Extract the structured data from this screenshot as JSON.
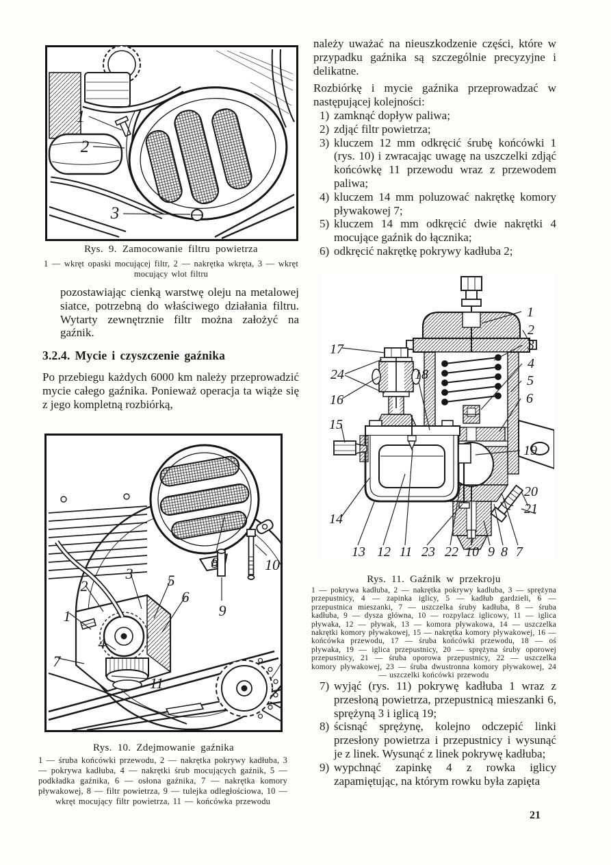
{
  "page": {
    "number": "21"
  },
  "left": {
    "fig9": {
      "caption": "Rys. 9. Zamocowanie filtru powietrza",
      "legend": "1 — wkręt opaski mocującej filtr, 2 — nakrętka wkręta, 3 — wkręt mocujący wlot filtru",
      "callouts": [
        "1",
        "2",
        "3"
      ]
    },
    "para1": "pozostawiając cienką warstwę oleju na metalowej siatce, potrzebną do właściwego działania filtru. Wytarty zewnętrznie filtr można założyć na gaźnik.",
    "heading": "3.2.4. Mycie i czyszczenie gaźnika",
    "para2": "Po przebiegu każdych 6000 km należy przeprowadzić mycie całego gaźnika. Ponieważ operacja ta wiąże się z jego kompletną rozbiórką,",
    "fig10": {
      "caption": "Rys. 10. Zdejmowanie gaźnika",
      "legend": "1 — śruba końcówki przewodu, 2 — nakrętka pokrywy kadłuba, 3 — pokrywa kadłuba, 4 — nakrętki śrub mocujących gaźnik, 5 — podkładka gaźnika, 6 — osłona gaźnika, 7 — nakrętka komory pływakowej, 8 — filtr powietrza, 9 — tulejka odległościowa, 10 — wkręt mocujący filtr powietrza, 11 — końcówka przewodu",
      "callouts": [
        "8",
        "10",
        "3",
        "5",
        "2",
        "6",
        "9",
        "1",
        "4",
        "7",
        "11"
      ]
    }
  },
  "right": {
    "para1": "należy uważać na nieuszkodzenie części, które w przypadku gaźnika są szczególnie precyzyjne i delikatne.",
    "para2": "Rozbiórkę i mycie gaźnika przeprowadzać w następującej kolejności:",
    "list1": [
      {
        "num": "1)",
        "text": "zamknąć dopływ paliwa;"
      },
      {
        "num": "2)",
        "text": "zdjąć filtr powietrza;"
      },
      {
        "num": "3)",
        "text": "kluczem 12 mm odkręcić śrubę końcówki 1 (rys. 10) i zwracając uwagę na uszczelki zdjąć końcówkę 11 przewodu wraz z przewodem paliwa;"
      },
      {
        "num": "4)",
        "text": "kluczem 14 mm poluzować nakrętkę komory pływakowej 7;"
      },
      {
        "num": "5)",
        "text": "kluczem 14 mm odkręcić dwie nakrętki 4 mocujące gaźnik do łącznika;"
      },
      {
        "num": "6)",
        "text": "odkręcić nakrętkę pokrywy kadłuba 2;"
      }
    ],
    "fig11": {
      "caption": "Rys. 11. Gaźnik w przekroju",
      "legend": "1 — pokrywa kadłuba, 2 — nakrętka pokrywy kadłuba, 3 — sprężyna przepustnicy, 4 — zapinka iglicy, 5 — kadłub gardzieli, 6 — przepustnica mieszanki, 7 — uszczelka śruby kadłuba, 8 — śruba kadłuba, 9 — dysza główna, 10 — rozpylacz iglicowy, 11 — iglica pływaka, 12 — pływak, 13 — komora pływakowa, 14 — uszczelka nakrętki komory pływakowej, 15 — nakrętka komory pływakowej, 16 — końcówka przewodu, 17 — śruba końcówki przewodu, 18 — oś pływaka, 19 — iglica przepustnicy, 20 — sprężyna śruby oporowej przepustnicy, 21 — śruba oporowa przepustnicy, 22 — uszczelka komory pływakowej, 23 — śruba dwustronna komory pływakowej, 24 — uszczelki końcówki przewodu",
      "callouts": [
        "1",
        "2",
        "3",
        "4",
        "5",
        "6",
        "19",
        "20",
        "21",
        "17",
        "24",
        "16",
        "15",
        "14",
        "18",
        "13",
        "12",
        "11",
        "23",
        "22",
        "10",
        "9",
        "8",
        "7"
      ]
    },
    "list2": [
      {
        "num": "7)",
        "text": "wyjąć (rys. 11) pokrywę kadłuba 1 wraz z przesłoną powietrza, przepustnicą mieszanki 6, sprężyną 3 i iglicą 19;"
      },
      {
        "num": "8)",
        "text": "ścisnąć sprężynę, kolejno odczepić linki przesłony powietrza i przepustnicy i wysunąć je z linek. Wysunąć z linek pokrywę kadłuba;"
      },
      {
        "num": "9)",
        "text": "wypchnąć zapinkę 4 z rowka iglicy zapamiętując, na którym rowku była zapięta"
      }
    ]
  }
}
